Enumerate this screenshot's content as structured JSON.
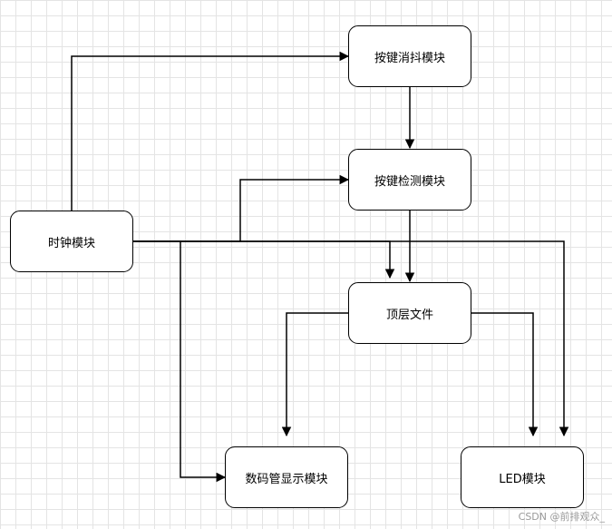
{
  "nodes": {
    "clock": "时钟模块",
    "debounce": "按键消抖模块",
    "detect": "按键检测模块",
    "top": "顶层文件",
    "seg": "数码管显示模块",
    "led": "LED模块"
  },
  "edges": [
    {
      "from": "时钟模块",
      "to": "按键消抖模块"
    },
    {
      "from": "按键消抖模块",
      "to": "按键检测模块"
    },
    {
      "from": "时钟模块",
      "to": "按键检测模块"
    },
    {
      "from": "按键检测模块",
      "to": "顶层文件"
    },
    {
      "from": "时钟模块",
      "to": "顶层文件"
    },
    {
      "from": "顶层文件",
      "to": "数码管显示模块"
    },
    {
      "from": "顶层文件",
      "to": "LED模块"
    },
    {
      "from": "时钟模块",
      "to": "数码管显示模块"
    },
    {
      "from": "时钟模块",
      "to": "LED模块"
    }
  ],
  "colors": {
    "stroke": "#000000",
    "fill": "#ffffff",
    "grid": "#e4e4e4"
  },
  "watermark": "CSDN @前排观众_"
}
